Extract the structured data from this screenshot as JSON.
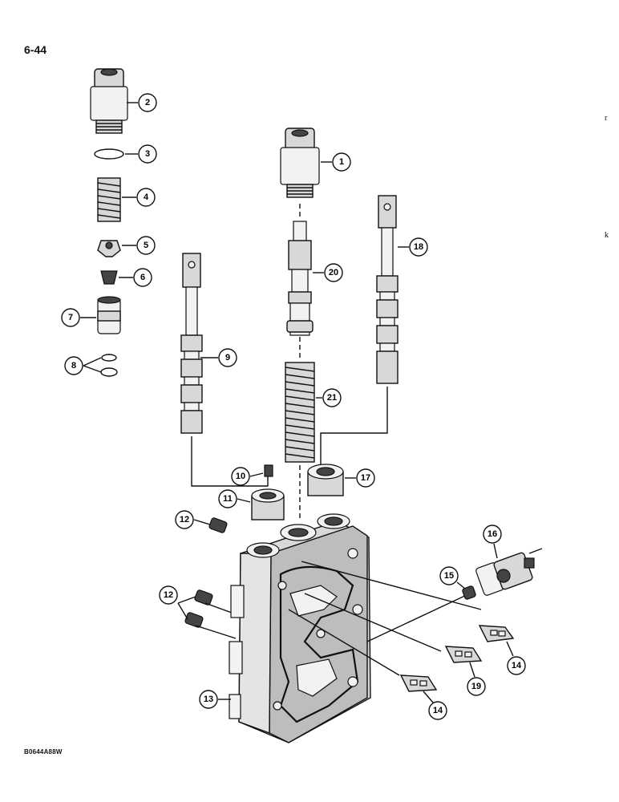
{
  "page": {
    "number": "6-44",
    "figure_code": "B0644A88W"
  },
  "callouts": [
    {
      "id": "c1",
      "label": "1"
    },
    {
      "id": "c2",
      "label": "2"
    },
    {
      "id": "c3",
      "label": "3"
    },
    {
      "id": "c4",
      "label": "4"
    },
    {
      "id": "c5",
      "label": "5"
    },
    {
      "id": "c6",
      "label": "6"
    },
    {
      "id": "c7",
      "label": "7"
    },
    {
      "id": "c8",
      "label": "8"
    },
    {
      "id": "c9",
      "label": "9"
    },
    {
      "id": "c10",
      "label": "10"
    },
    {
      "id": "c11",
      "label": "11"
    },
    {
      "id": "c12a",
      "label": "12"
    },
    {
      "id": "c12b",
      "label": "12"
    },
    {
      "id": "c13",
      "label": "13"
    },
    {
      "id": "c14a",
      "label": "14"
    },
    {
      "id": "c14b",
      "label": "14"
    },
    {
      "id": "c15",
      "label": "15"
    },
    {
      "id": "c16",
      "label": "16"
    },
    {
      "id": "c17",
      "label": "17"
    },
    {
      "id": "c18",
      "label": "18"
    },
    {
      "id": "c19",
      "label": "19"
    },
    {
      "id": "c20",
      "label": "20"
    },
    {
      "id": "c21",
      "label": "21"
    }
  ],
  "margin_marks": [
    "r",
    "k"
  ]
}
